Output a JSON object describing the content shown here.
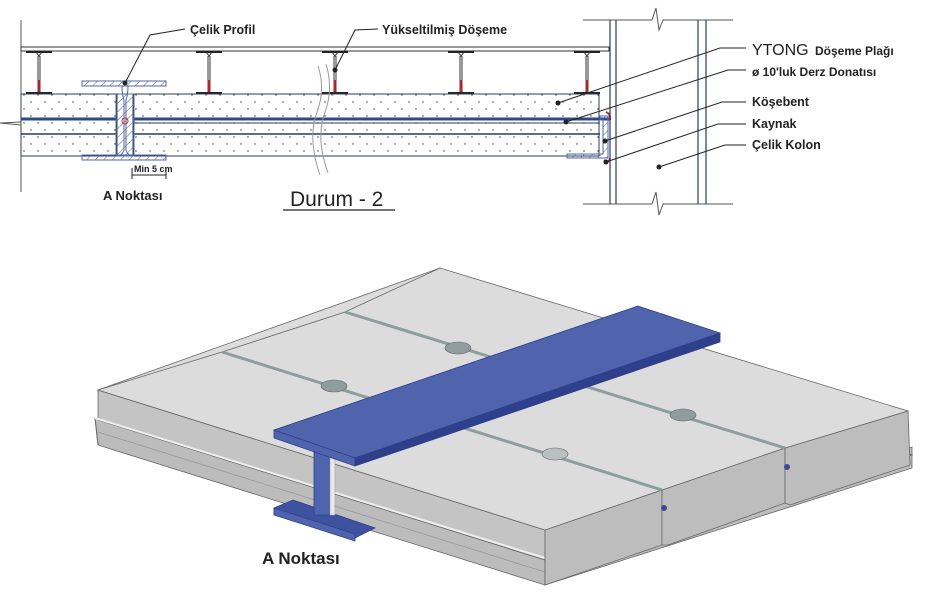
{
  "section_view": {
    "title": "Durum - 2",
    "point_label": "A Noktası",
    "dimension_label": "Min 5 cm",
    "callouts": {
      "steel_profile": "Çelik Profil",
      "raised_floor": "Yükseltilmiş Döşeme",
      "ytong_brand": "YTONG",
      "ytong_rest": "Döşeme Plağı",
      "joint_rebar": "ø 10'luk Derz Donatısı",
      "angle": "Köşebent",
      "weld": "Kaynak",
      "steel_column": "Çelik Kolon"
    }
  },
  "iso_view": {
    "point_label": "A Noktası"
  },
  "colors": {
    "steel_blue": "#4f64ad",
    "steel_dark": "#2e3f8c",
    "panel_top": "#dcdcdc",
    "panel_side": "#bdbdbd",
    "joint_grout": "#8e9d9d",
    "line": "#2c3e5a",
    "weld_red": "#c0303a"
  }
}
